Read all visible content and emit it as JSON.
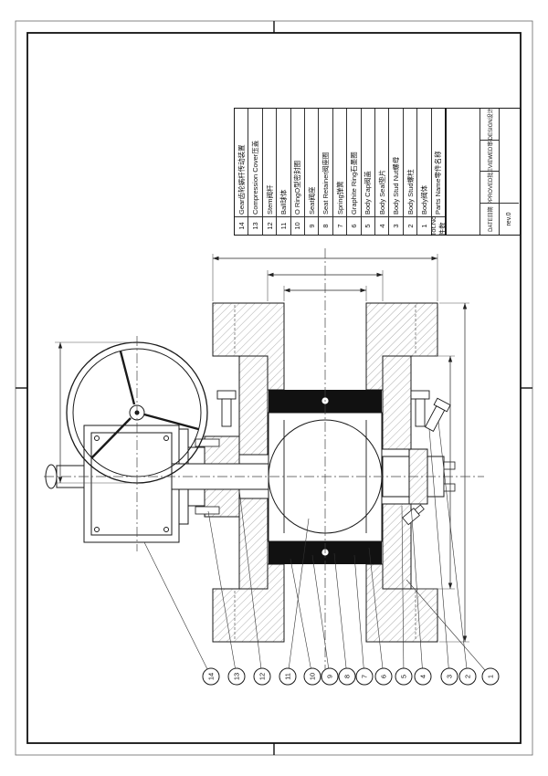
{
  "parts_table": {
    "header_no": "Tot.No件数",
    "header_name": "Parts Name零件名称",
    "rows": [
      {
        "no": "14",
        "name": "Gear齿轮蜗杆传动装置"
      },
      {
        "no": "13",
        "name": "Compression Cover压盖"
      },
      {
        "no": "12",
        "name": "Stem阀杆"
      },
      {
        "no": "11",
        "name": "Ball球体"
      },
      {
        "no": "10",
        "name": "O RingO型密封圈"
      },
      {
        "no": "9",
        "name": "Seat阀座"
      },
      {
        "no": "8",
        "name": "Seat Retainer阀座圈"
      },
      {
        "no": "7",
        "name": "Spring弹簧"
      },
      {
        "no": "6",
        "name": "Graphite Ring石墨圈"
      },
      {
        "no": "5",
        "name": "Body Cap阀盖"
      },
      {
        "no": "4",
        "name": "Body Seal垫片"
      },
      {
        "no": "3",
        "name": "Body Stud Nut螺母"
      },
      {
        "no": "2",
        "name": "Body Stud螺柱"
      },
      {
        "no": "1",
        "name": "Body阀体"
      }
    ]
  },
  "title_block": {
    "design": "DESIGN设计",
    "reviewed": "REVIEWED审核",
    "approved": "APPROVED批准",
    "date": "DATE日期",
    "rev": "rev.0"
  },
  "balloons": [
    "14",
    "13",
    "12",
    "11",
    "10",
    "9",
    "8",
    "7",
    "6",
    "5",
    "4",
    "3",
    "2",
    "1"
  ]
}
